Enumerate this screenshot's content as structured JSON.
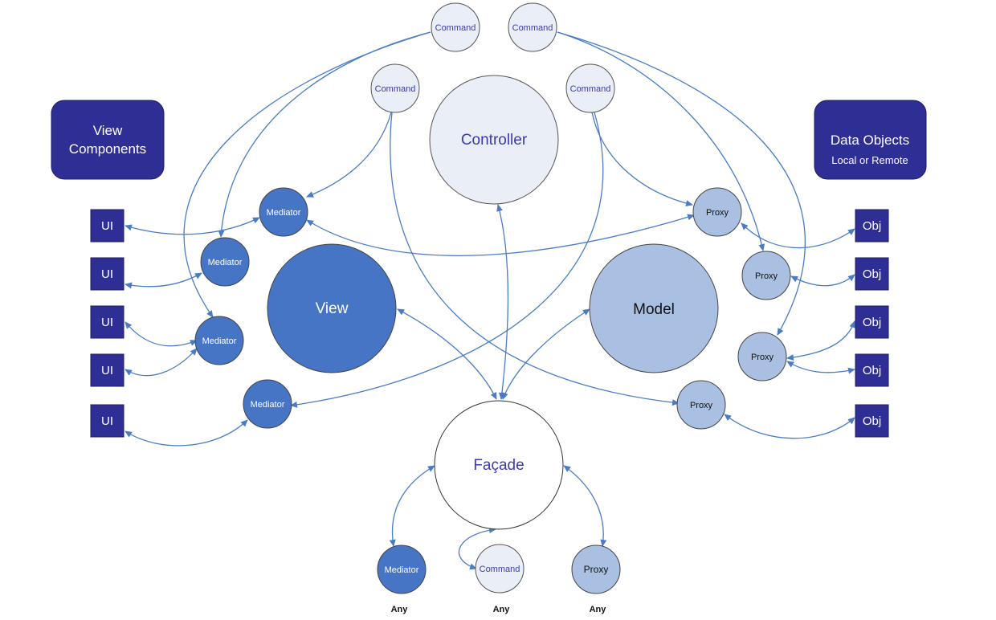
{
  "colors": {
    "edge": "#4a7cc6",
    "header_fill": "#2e2e94",
    "ui_fill": "#2e2e94",
    "mediator_fill": "#4575c4",
    "proxy_fill": "#a9c0e2",
    "command_fill": "#e9eef7",
    "facade_fill": "#ffffff",
    "command_text": "#3b3bb0"
  },
  "headers": {
    "view_components": {
      "line1": "View",
      "line2": "Components"
    },
    "data_objects": {
      "line1": "Data Objects",
      "line2": "Local or Remote"
    }
  },
  "ui_boxes": [
    "UI",
    "UI",
    "UI",
    "UI",
    "UI"
  ],
  "obj_boxes": [
    "Obj",
    "Obj",
    "Obj",
    "Obj",
    "Obj"
  ],
  "commands": [
    "Command",
    "Command",
    "Command",
    "Command"
  ],
  "mediators": [
    "Mediator",
    "Mediator",
    "Mediator",
    "Mediator"
  ],
  "proxies": [
    "Proxy",
    "Proxy",
    "Proxy",
    "Proxy"
  ],
  "cores": {
    "controller": "Controller",
    "view": "View",
    "model": "Model",
    "facade": "Façade"
  },
  "bottom": {
    "mediator": "Mediator",
    "command": "Command",
    "proxy": "Proxy",
    "any_labels": [
      "Any",
      "Any",
      "Any"
    ]
  },
  "icons": [
    "arrowhead-marker"
  ]
}
